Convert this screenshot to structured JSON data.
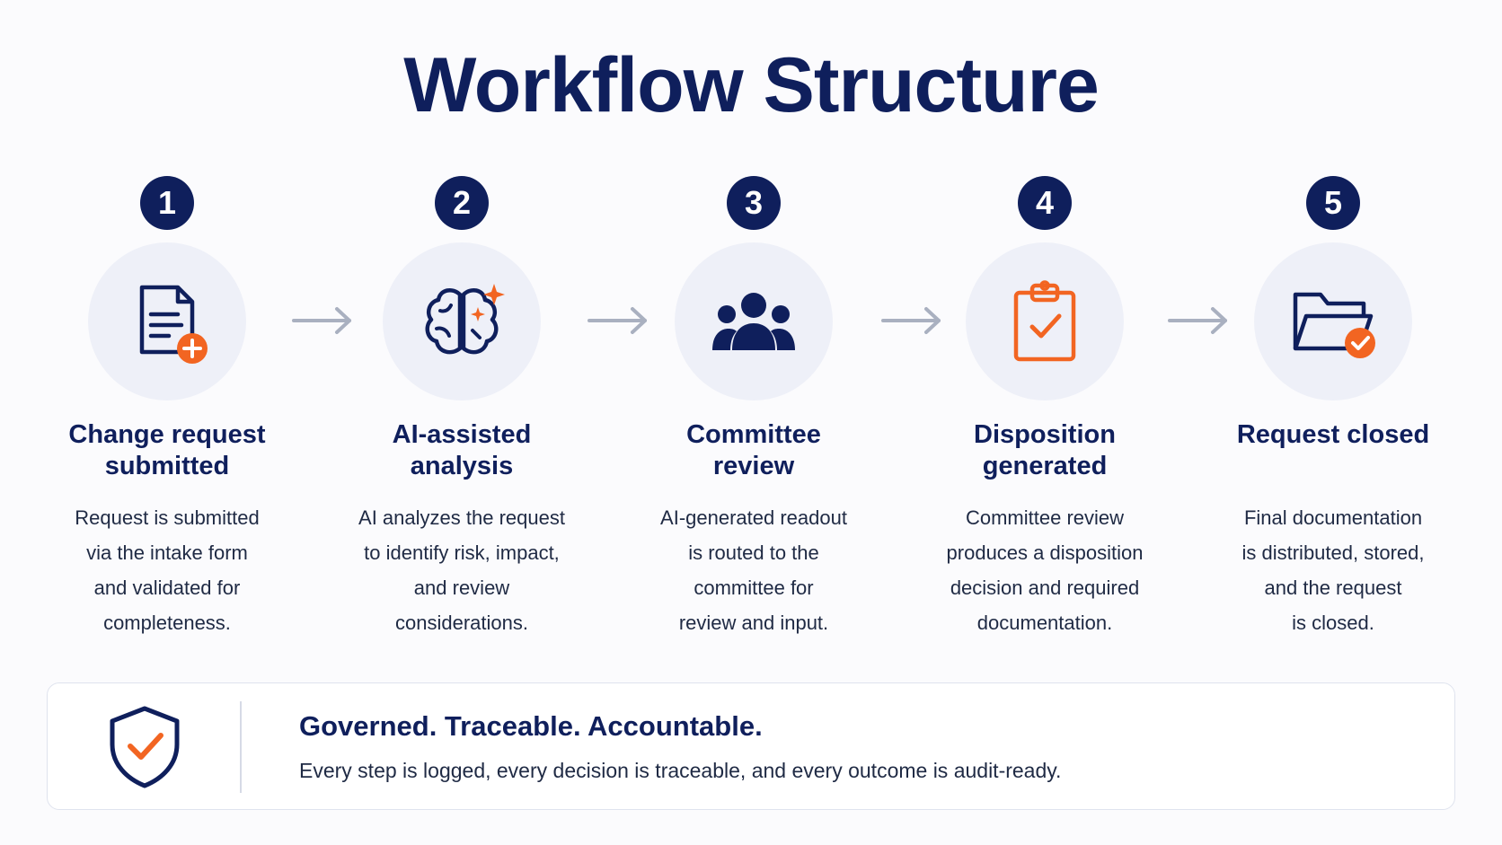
{
  "title": "Workflow Structure",
  "colors": {
    "navy": "#0f1f5c",
    "orange": "#f26522",
    "circle_bg": "#eef0f8",
    "arrow": "#a9b0c0"
  },
  "steps": [
    {
      "number": "1",
      "icon": "document-add-icon",
      "title": "Change request\nsubmitted",
      "description": "Request is submitted\nvia the intake form\nand validated for\ncompleteness."
    },
    {
      "number": "2",
      "icon": "ai-brain-icon",
      "title": "AI-assisted\nanalysis",
      "description": "AI analyzes the request\nto identify risk, impact,\nand review\nconsiderations."
    },
    {
      "number": "3",
      "icon": "team-icon",
      "title": "Committee\nreview",
      "description": "AI-generated readout\nis routed to the\ncommittee for\nreview and input."
    },
    {
      "number": "4",
      "icon": "clipboard-check-icon",
      "title": "Disposition\ngenerated",
      "description": "Committee review\nproduces a disposition\ndecision and required\ndocumentation."
    },
    {
      "number": "5",
      "icon": "folder-check-icon",
      "title": "Request closed",
      "description": "Final documentation\nis distributed, stored,\nand the request\nis closed."
    }
  ],
  "banner": {
    "icon": "shield-check-icon",
    "headline": "Governed. Traceable. Accountable.",
    "text": "Every step is logged, every decision is traceable, and every outcome is audit-ready."
  }
}
